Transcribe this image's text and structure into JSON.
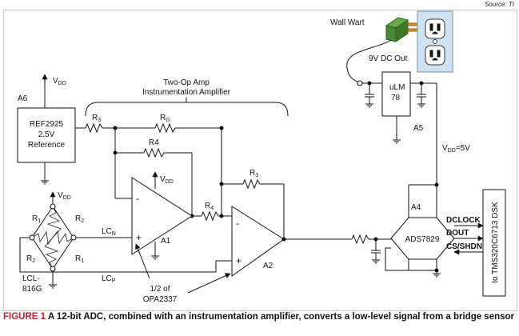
{
  "source": "Source: TI",
  "labels": {
    "wall_wart": "Wall Wart",
    "dc_out": "9V DC Out",
    "ulm_a": "uLM",
    "ulm_b": "78",
    "a5": "A5",
    "vdd5": "V",
    "vdd5_sub": "DD",
    "vdd5_val": "=5V",
    "a6": "A6",
    "vdd_top": "V",
    "vdd_top_sub": "DD",
    "ref_1": "REF2925",
    "ref_2": "2.5V",
    "ref_3": "Reference",
    "inamp_1": "Two-Op Amp",
    "inamp_2": "Instrumentation Amplifier",
    "r3a": "R",
    "r3a_sub": "3",
    "rg": "R",
    "rg_sub": "G",
    "r4a": "R4",
    "r4b": "R",
    "r4b_sub": "4",
    "r3b": "R",
    "r3b_sub": "3",
    "vdd_a1": "V",
    "vdd_a1_sub": "DD",
    "minus1": "-",
    "plus1": "+",
    "a1": "A1",
    "minus2": "-",
    "plus2": "+",
    "a2": "A2",
    "vdd_bridge": "V",
    "vdd_bridge_sub": "DD",
    "r1a": "R",
    "r1a_sub": "1",
    "r2a": "R",
    "r2a_sub": "2",
    "r2b": "R",
    "r2b_sub": "2",
    "r1b": "R",
    "r1b_sub": "1",
    "lcn": "LC",
    "lcn_sub": "N",
    "lcp": "LC",
    "lcp_sub": "P",
    "lcl_1": "LCL-",
    "lcl_2": "816G",
    "opa_1": "1/2 of",
    "opa_2": "OPA2337",
    "a4": "A4",
    "adc": "ADS7829",
    "dclock": "DCLOCK",
    "dout": "DOUT",
    "cs": "CS/SHDN",
    "dsk": "to TMS320C6713 DSK"
  },
  "caption": {
    "figure": "FIGURE 1",
    "text": " A 12-bit ADC, combined with an instrumentation amplifier, converts a low-level signal from a bridge sensor"
  }
}
